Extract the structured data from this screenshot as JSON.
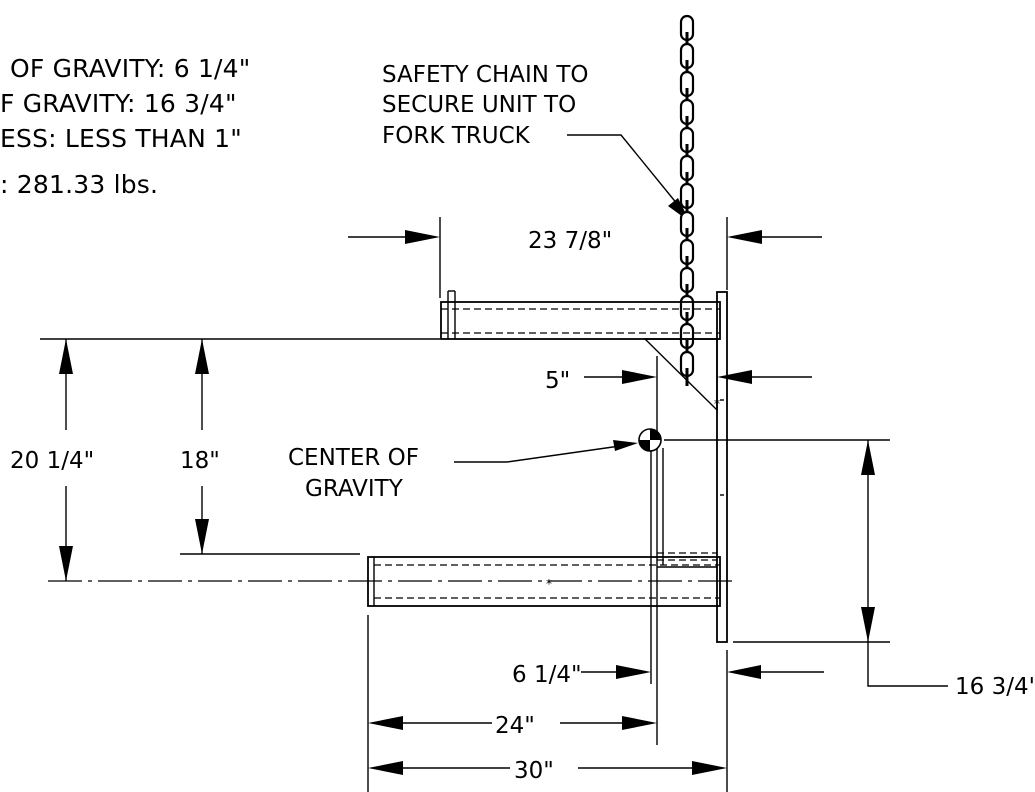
{
  "notes": {
    "line1": "OF GRAVITY:  6 1/4\"",
    "line2": "F GRAVITY:  16 3/4\"",
    "line3": "ESS: LESS THAN 1\"",
    "line4": ": 281.33 lbs."
  },
  "callouts": {
    "chain_line1": "SAFETY CHAIN TO",
    "chain_line2": "SECURE UNIT TO",
    "chain_line3": "FORK TRUCK",
    "cog_line1": "CENTER OF",
    "cog_line2": "GRAVITY"
  },
  "dimensions": {
    "overall_width": "23 7/8\"",
    "plate_offset": "5\"",
    "height_outer": "20 1/4\"",
    "height_inner": "18\"",
    "cog_horizontal": "6 1/4\"",
    "cog_vertical": "16 3/4\"",
    "fork_inner": "24\"",
    "fork_outer": "30\""
  }
}
